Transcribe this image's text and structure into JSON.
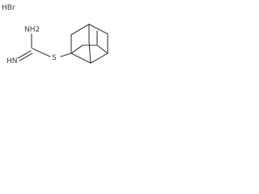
{
  "molecule": {
    "salt": "HBr",
    "amine_group": "NH2",
    "imine_group": "HN",
    "sulfur_atom": "S"
  },
  "colors": {
    "bond": "#3a3a3a",
    "label": "#3a3a3a",
    "background": "#ffffff"
  }
}
